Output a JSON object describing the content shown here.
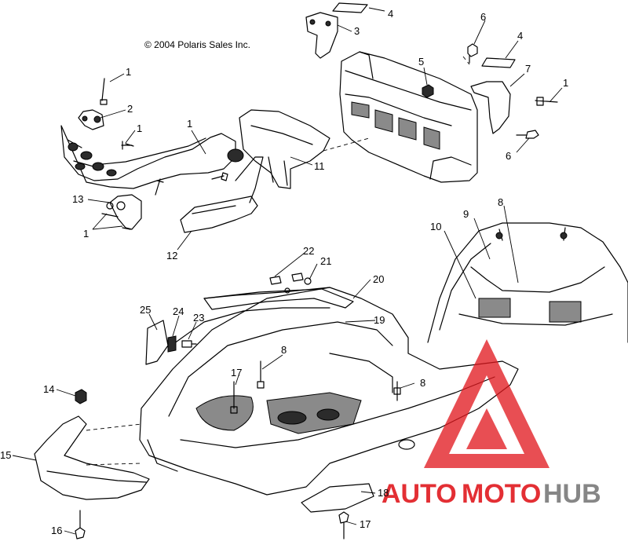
{
  "copyright": "© 2004 Polaris Sales Inc.",
  "watermark": {
    "auto": "AUTO",
    "moto": "MOTO",
    "hub": "HUB",
    "red": "#e0191f",
    "gray": "#7a7a7a"
  },
  "callouts": {
    "c1a": "1",
    "c2": "2",
    "c1b": "1",
    "c1c": "1",
    "c13": "13",
    "c1d": "1",
    "c12": "12",
    "c11": "11",
    "c3": "3",
    "c4a": "4",
    "c5": "5",
    "c6a": "6",
    "c4b": "4",
    "c7": "7",
    "c1e": "1",
    "c6b": "6",
    "c10": "10",
    "c9": "9",
    "c8a": "8",
    "c22": "22",
    "c21": "21",
    "c20": "20",
    "c19": "19",
    "c25": "25",
    "c24": "24",
    "c23": "23",
    "c8b": "8",
    "c17a": "17",
    "c8c": "8",
    "c14": "14",
    "c15": "15",
    "c18": "18",
    "c16": "16",
    "c17b": "17"
  }
}
